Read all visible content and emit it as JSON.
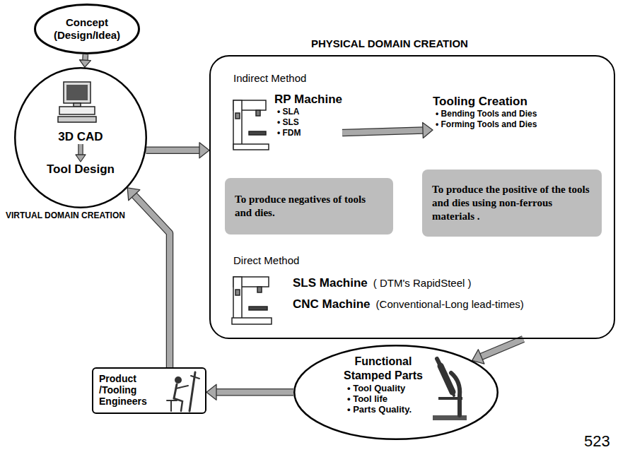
{
  "diagram": {
    "nodes": [
      {
        "text": [
          "Concept (Design/Idea)"
        ]
      },
      {
        "text": [
          "VIRTUAL DOMAIN CREATION"
        ]
      },
      {
        "text": [
          "3D CAD"
        ],
        "in": 1
      },
      {
        "text": [
          "Tool Design"
        ],
        "in": 1
      },
      {
        "text": [
          "PHYSICAL DOMAIN CREATION",
          "Indirect Method",
          "Direct Method"
        ]
      },
      {
        "text": [
          "RP Machine",
          "• SLA",
          "• SLS",
          "• FDM"
        ],
        "in": 4
      },
      {
        "text": [
          "Tooling Creation",
          "• Bending Tools and Dies",
          "• Forming Tools and Dies"
        ],
        "in": 4
      },
      {
        "text": [
          "To produce negatives of tools and dies."
        ],
        "in": 4
      },
      {
        "text": [
          "To produce the positive of the tools and dies using non-ferrous materials ."
        ],
        "in": 4
      },
      {
        "text": [
          "SLS Machine",
          "( DTM's RapidSteel )"
        ],
        "in": 4
      },
      {
        "text": [
          "CNC Machine",
          "(Conventional-Long lead-times)"
        ],
        "in": 4
      },
      {
        "text": [
          "Functional Stamped Parts",
          "• Tool Quality",
          "• Tool life",
          "• Parts Quality."
        ]
      },
      {
        "text": [
          "Product /Tooling Engineers"
        ]
      }
    ],
    "edges": [
      {
        "from": 0,
        "to": 1,
        "arrow": "to"
      },
      {
        "from": 2,
        "to": 3,
        "arrow": "to"
      },
      {
        "from": 1,
        "to": 4,
        "arrow": "to"
      },
      {
        "from": 5,
        "to": 6,
        "arrow": "to"
      },
      {
        "from": 4,
        "to": 11,
        "arrow": "to"
      },
      {
        "from": 11,
        "to": 12,
        "arrow": "to"
      },
      {
        "from": 12,
        "to": 1,
        "arrow": "to"
      }
    ],
    "labels": [
      "523"
    ]
  }
}
